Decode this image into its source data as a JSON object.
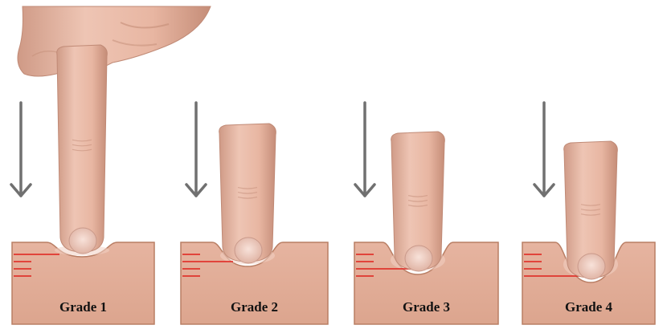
{
  "panels": [
    {
      "label": "Grade 1",
      "marked_level": 1
    },
    {
      "label": "Grade 2",
      "marked_level": 2
    },
    {
      "label": "Grade 3",
      "marked_level": 3
    },
    {
      "label": "Grade 4",
      "marked_level": 4
    }
  ],
  "icons": {
    "arrow": "down-arrow-icon",
    "finger": "finger-icon",
    "hand": "hand-icon"
  },
  "colors": {
    "tissue": "#e2ad96",
    "tissue_edge": "#b97e64",
    "skin": "#e9b9a6",
    "skin_shade": "#c98e79",
    "nail": "#f3d6cc",
    "arrow": "#707070",
    "depth_marker": "#e0201b"
  }
}
